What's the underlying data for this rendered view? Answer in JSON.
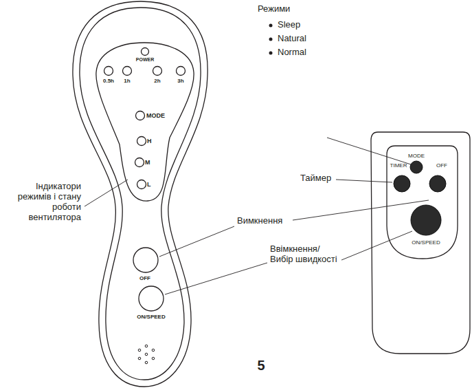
{
  "diagram": {
    "labels": [
      "POWER",
      "0.5h",
      "1h",
      "2h",
      "3h",
      "MODE",
      "H",
      "M",
      "L",
      "OFF",
      "ON/SPEED",
      "Індикатори режимів і стану роботи вентилятора",
      "Вимкнення",
      "Ввімкнення/ Вибір швидкості",
      "Режими",
      "Sleep",
      "Natural",
      "Normal",
      "Таймер",
      "MODE",
      "TIMER",
      "OFF",
      "ON/SPEED",
      "5"
    ]
  }
}
